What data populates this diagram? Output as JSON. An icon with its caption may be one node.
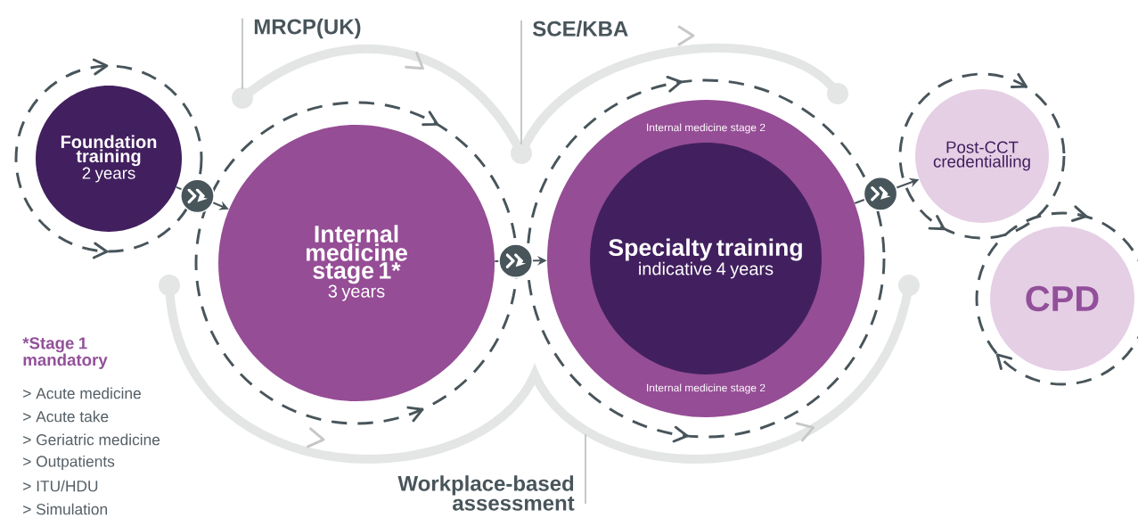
{
  "diagram": {
    "nodes": [
      {
        "text": [
          "Foundation training",
          "2 years"
        ]
      },
      {
        "text": [
          "Internal medicine stage 1*",
          "3 years"
        ]
      },
      {
        "text": [
          "Internal medicine stage 2",
          "Internal medicine stage 2"
        ]
      },
      {
        "text": [
          "Specialty training",
          "indicative 4 years"
        ],
        "in": 2
      },
      {
        "text": [
          "Post-CCT credentialling"
        ]
      },
      {
        "text": [
          "CPD"
        ]
      },
      {
        "text": [
          "MRCP(UK)"
        ]
      },
      {
        "text": [
          "SCE/KBA"
        ]
      },
      {
        "text": [
          "Workplace-based assessment"
        ]
      }
    ],
    "edges": [
      {
        "from": 0,
        "to": 1,
        "arrow": "to",
        "color": "#48555b"
      },
      {
        "from": 1,
        "to": 2,
        "arrow": "to",
        "color": "#48555b"
      },
      {
        "from": 2,
        "to": 4,
        "arrow": "to",
        "color": "#48555b"
      },
      {
        "from": 6,
        "to": null,
        "arrow": "none",
        "color": "#c5c9c9"
      },
      {
        "from": 7,
        "to": null,
        "arrow": "none",
        "color": "#c5c9c9"
      },
      {
        "from": 8,
        "to": null,
        "arrow": "none",
        "color": "#c5c9c9"
      }
    ],
    "labels": [
      "*Stage 1 mandatory",
      "> Acute medicine",
      "> Acute take",
      "> Geriatric medicine",
      "> Outpatients",
      "> ITU/HDU",
      "> Simulation"
    ]
  }
}
